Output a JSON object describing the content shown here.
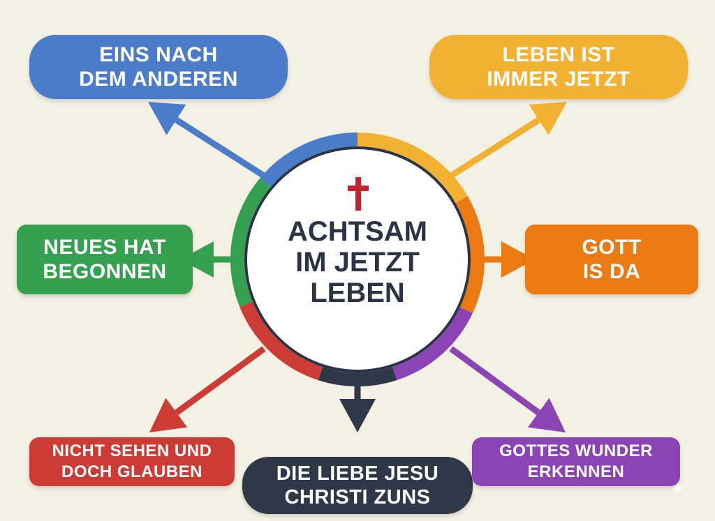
{
  "center": {
    "text": "ACHTSAM\nIM JETZT\nLEBEN",
    "cross_icon": "cross-icon"
  },
  "nodes": [
    {
      "id": "eins-nach-dem-anderen",
      "text": "EINS NACH\nDEM ANDEREN",
      "color": "#4a7cc9"
    },
    {
      "id": "leben-ist-immer-jetzt",
      "text": "LEBEN IST\nIMMER JETZT",
      "color": "#f2b130"
    },
    {
      "id": "neues-hat-begonnen",
      "text": "NEUES HAT\nBEGONNEN",
      "color": "#35a050"
    },
    {
      "id": "gott-is-da",
      "text": "GOTT\nIS DA",
      "color": "#ec7a12"
    },
    {
      "id": "nicht-sehen-und-doch-glauben",
      "text": "NICHT SEHEN UND\nDOCH GLAUBEN",
      "color": "#cc3b34"
    },
    {
      "id": "die-liebe-jesu-christi-zuns",
      "text": "DIE LIEBE JESU\nCHRISTI ZUNS",
      "color": "#2f3848"
    },
    {
      "id": "gottes-wunder-erkennen",
      "text": "GOTTES WUNDER\nERKENNEN",
      "color": "#8b44b4"
    }
  ],
  "colors": {
    "background": "#f3f1e3",
    "cross": "#c4242c",
    "ring_inner": "#2b3444"
  },
  "icons": {
    "corner": "sparkle-icon"
  }
}
